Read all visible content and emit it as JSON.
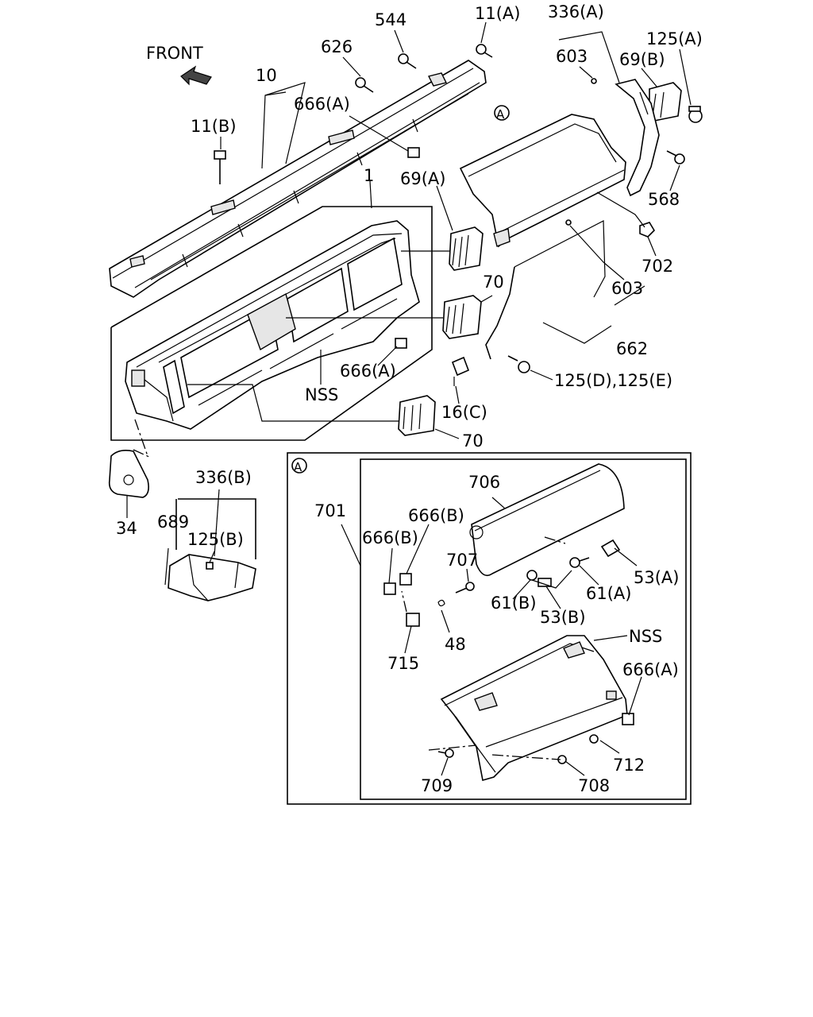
{
  "orientation": {
    "label": "FRONT"
  },
  "callout_marker": "A",
  "labels": {
    "l_544": "544",
    "l_11a": "11(A)",
    "l_336a": "336(A)",
    "l_626": "626",
    "l_603_top": "603",
    "l_69b": "69(B)",
    "l_125a": "125(A)",
    "l_10": "10",
    "l_666a_top": "666(A)",
    "l_11b": "11(B)",
    "l_568": "568",
    "l_1": "1",
    "l_69a": "69(A)",
    "l_702": "702",
    "l_70_mid": "70",
    "l_603_mid": "603",
    "l_662": "662",
    "l_666a_mid": "666(A)",
    "l_nss_main": "NSS",
    "l_125de": "125(D),125(E)",
    "l_16c": "16(C)",
    "l_70_low": "70",
    "l_336b": "336(B)",
    "l_34": "34",
    "l_689": "689",
    "l_125b": "125(B)",
    "l_706": "706",
    "l_701": "701",
    "l_666b_1": "666(B)",
    "l_666b_2": "666(B)",
    "l_707": "707",
    "l_53a": "53(A)",
    "l_61b": "61(B)",
    "l_61a": "61(A)",
    "l_53b": "53(B)",
    "l_48": "48",
    "l_715": "715",
    "l_nss_box": "NSS",
    "l_666a_box": "666(A)",
    "l_712": "712",
    "l_709": "709",
    "l_708": "708"
  }
}
